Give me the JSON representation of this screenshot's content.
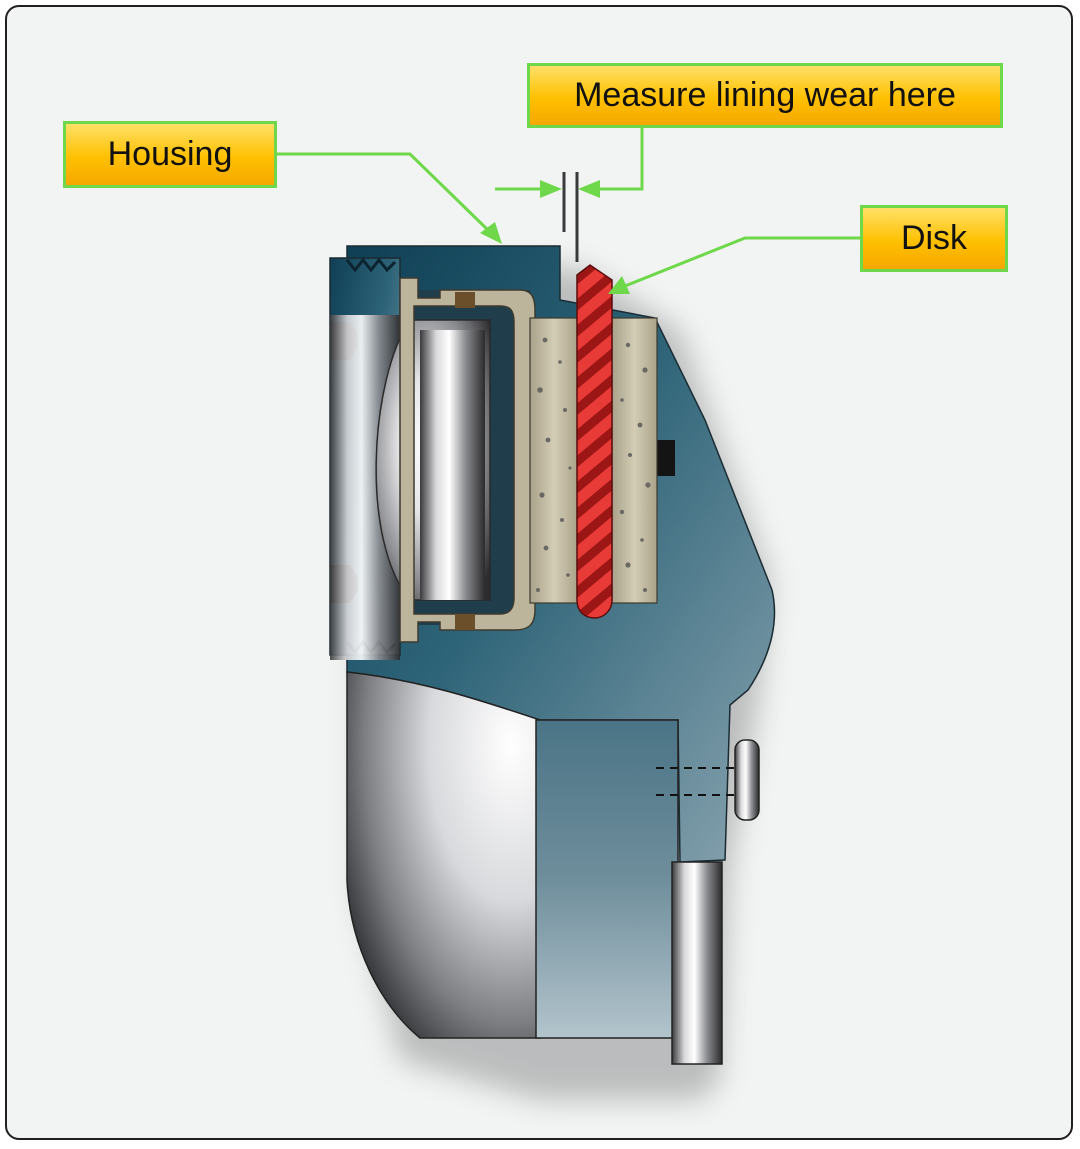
{
  "callouts": {
    "housing": "Housing",
    "measure": "Measure lining wear here",
    "disk": "Disk"
  },
  "colors": {
    "background": "#f2f4f3",
    "callout_fill": "#ffc000",
    "callout_border": "#6ed84a",
    "leader_line": "#6ed84a",
    "housing_steel_blue": "#2e6478",
    "disk_red": "#d42a2a",
    "lining_tan": "#c7bfa6"
  }
}
